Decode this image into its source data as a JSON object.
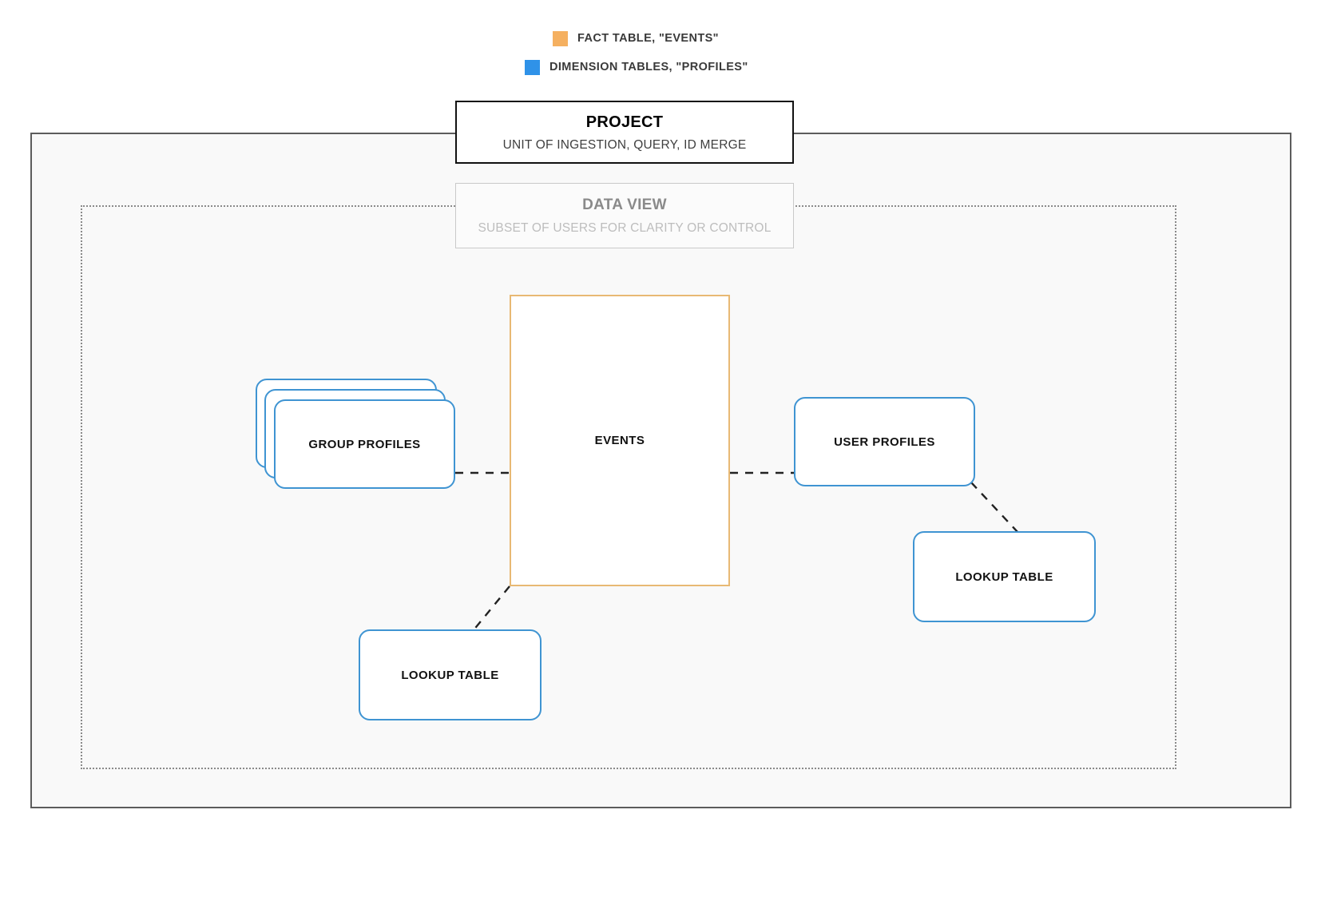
{
  "legend": {
    "items": [
      {
        "label": "FACT TABLE, \"EVENTS\"",
        "color": "#f5b060",
        "icon": "legend-swatch-fact"
      },
      {
        "label": "DIMENSION TABLES, \"PROFILES\"",
        "color": "#2f92e8",
        "icon": "legend-swatch-dimension"
      }
    ]
  },
  "project": {
    "title": "PROJECT",
    "subtitle": "UNIT OF INGESTION, QUERY, ID MERGE",
    "border_color": "#111111"
  },
  "data_view": {
    "title": "DATA VIEW",
    "subtitle": "SUBSET OF USERS FOR CLARITY OR CONTROL",
    "border_color": "#c9c9c9"
  },
  "nodes": {
    "events": {
      "label": "EVENTS",
      "color": "#e8b974"
    },
    "group_profiles": {
      "label": "GROUP PROFILES",
      "color": "#3f94d2",
      "stack_count": 3
    },
    "user_profiles": {
      "label": "USER PROFILES",
      "color": "#3f94d2"
    },
    "lookup_table_left": {
      "label": "LOOKUP TABLE",
      "color": "#3f94d2"
    },
    "lookup_table_right": {
      "label": "LOOKUP TABLE",
      "color": "#3f94d2"
    }
  },
  "connectors": [
    {
      "name": "group-profiles-to-events",
      "style": "dashed"
    },
    {
      "name": "events-to-user-profiles",
      "style": "dashed"
    },
    {
      "name": "events-to-lookup-table-left",
      "style": "dashed"
    },
    {
      "name": "user-profiles-to-lookup-table-right",
      "style": "dashed"
    }
  ]
}
